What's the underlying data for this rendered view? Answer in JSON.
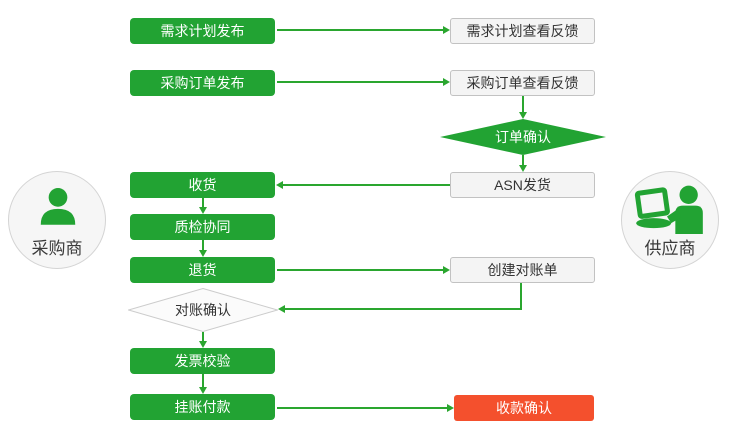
{
  "diagram": {
    "actors": {
      "buyer": {
        "label": "采购商",
        "icon": "person-icon"
      },
      "supplier": {
        "label": "供应商",
        "icon": "person-at-computer-icon"
      }
    },
    "nodes": {
      "demand_plan_publish": {
        "label": "需求计划发布",
        "shape": "rect",
        "fill": "green"
      },
      "demand_plan_feedback": {
        "label": "需求计划查看反馈",
        "shape": "rect",
        "fill": "gray"
      },
      "po_publish": {
        "label": "采购订单发布",
        "shape": "rect",
        "fill": "green"
      },
      "po_feedback": {
        "label": "采购订单查看反馈",
        "shape": "rect",
        "fill": "gray"
      },
      "order_confirm": {
        "label": "订单确认",
        "shape": "diamond",
        "fill": "green"
      },
      "receive_goods": {
        "label": "收货",
        "shape": "rect",
        "fill": "green"
      },
      "asn_ship": {
        "label": "ASN发货",
        "shape": "rect",
        "fill": "gray"
      },
      "quality_collab": {
        "label": "质检协同",
        "shape": "rect",
        "fill": "green"
      },
      "return_goods": {
        "label": "退货",
        "shape": "rect",
        "fill": "green"
      },
      "create_statement": {
        "label": "创建对账单",
        "shape": "rect",
        "fill": "gray"
      },
      "statement_confirm": {
        "label": "对账确认",
        "shape": "diamond",
        "fill": "gray"
      },
      "invoice_check": {
        "label": "发票校验",
        "shape": "rect",
        "fill": "green"
      },
      "payment": {
        "label": "挂账付款",
        "shape": "rect",
        "fill": "green"
      },
      "receipt_confirm": {
        "label": "收款确认",
        "shape": "rect",
        "fill": "red"
      }
    },
    "flows": [
      {
        "from": "demand_plan_publish",
        "to": "demand_plan_feedback"
      },
      {
        "from": "po_publish",
        "to": "po_feedback"
      },
      {
        "from": "po_feedback",
        "to": "order_confirm"
      },
      {
        "from": "order_confirm",
        "to": "asn_ship"
      },
      {
        "from": "asn_ship",
        "to": "receive_goods"
      },
      {
        "from": "receive_goods",
        "to": "quality_collab"
      },
      {
        "from": "quality_collab",
        "to": "return_goods"
      },
      {
        "from": "return_goods",
        "to": "create_statement"
      },
      {
        "from": "create_statement",
        "to": "statement_confirm"
      },
      {
        "from": "statement_confirm",
        "to": "invoice_check"
      },
      {
        "from": "invoice_check",
        "to": "payment"
      },
      {
        "from": "payment",
        "to": "receipt_confirm"
      }
    ],
    "colors": {
      "node_green": "#22a333",
      "arrow_green": "#2aa62f",
      "node_red": "#f4502d",
      "node_gray_bg": "#f4f4f4",
      "node_gray_border": "#c2c2c2",
      "diamond_gray_bg": "#fbfbfb",
      "diamond_gray_border": "#cccccc",
      "circle_bg": "#f6f6f6",
      "circle_border": "#d4d4d4",
      "text_dark": "#333333",
      "text_white": "#ffffff"
    }
  }
}
